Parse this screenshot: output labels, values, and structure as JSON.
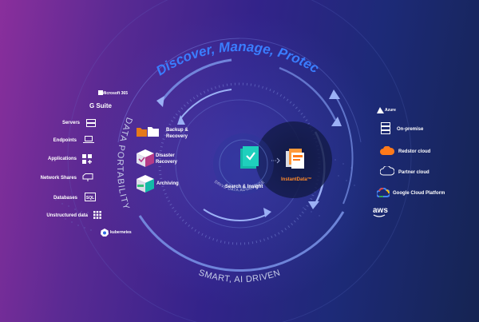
{
  "header": {
    "tagline": "Discover, Manage, Protect"
  },
  "ring": {
    "left_label": "DATA PORTABILITY",
    "bottom_label": "SMART, AI DRIVEN",
    "inner_label": "DRIVE DATA ADVANTAGE"
  },
  "sources": [
    {
      "label": "Microsoft 365",
      "icon": "microsoft-365-icon"
    },
    {
      "label": "G Suite",
      "icon": "g-suite-icon"
    },
    {
      "label": "Servers",
      "icon": "server-icon"
    },
    {
      "label": "Endpoints",
      "icon": "laptop-icon"
    },
    {
      "label": "Applications",
      "icon": "applications-icon"
    },
    {
      "label": "Network Shares",
      "icon": "network-share-icon"
    },
    {
      "label": "Databases",
      "icon": "database-icon"
    },
    {
      "label": "Unstructured data",
      "icon": "grid-icon"
    },
    {
      "label": "kubernetes",
      "icon": "kubernetes-icon"
    }
  ],
  "capabilities": [
    {
      "label": "Backup & Recovery",
      "icon": "folders-icon"
    },
    {
      "label": "Disaster Recovery",
      "icon": "disaster-recovery-box-icon"
    },
    {
      "label": "Archiving",
      "icon": "archive-box-icon"
    }
  ],
  "core": {
    "search_label": "Search & Insight",
    "product_label": "InstantData™"
  },
  "destinations": [
    {
      "label": "Azure",
      "icon": "azure-icon"
    },
    {
      "label": "On-premise",
      "icon": "server-rack-icon"
    },
    {
      "label": "Redstor cloud",
      "icon": "redstor-cloud-icon"
    },
    {
      "label": "Partner cloud",
      "icon": "cloud-outline-icon"
    },
    {
      "label": "Google Cloud Platform",
      "icon": "google-cloud-icon"
    },
    {
      "label": "aws",
      "icon": "aws-icon"
    }
  ],
  "colors": {
    "accent_blue": "#3a7dff",
    "orange": "#ff7a1a",
    "teal": "#14b9a8",
    "ring": "#5f78c8"
  }
}
